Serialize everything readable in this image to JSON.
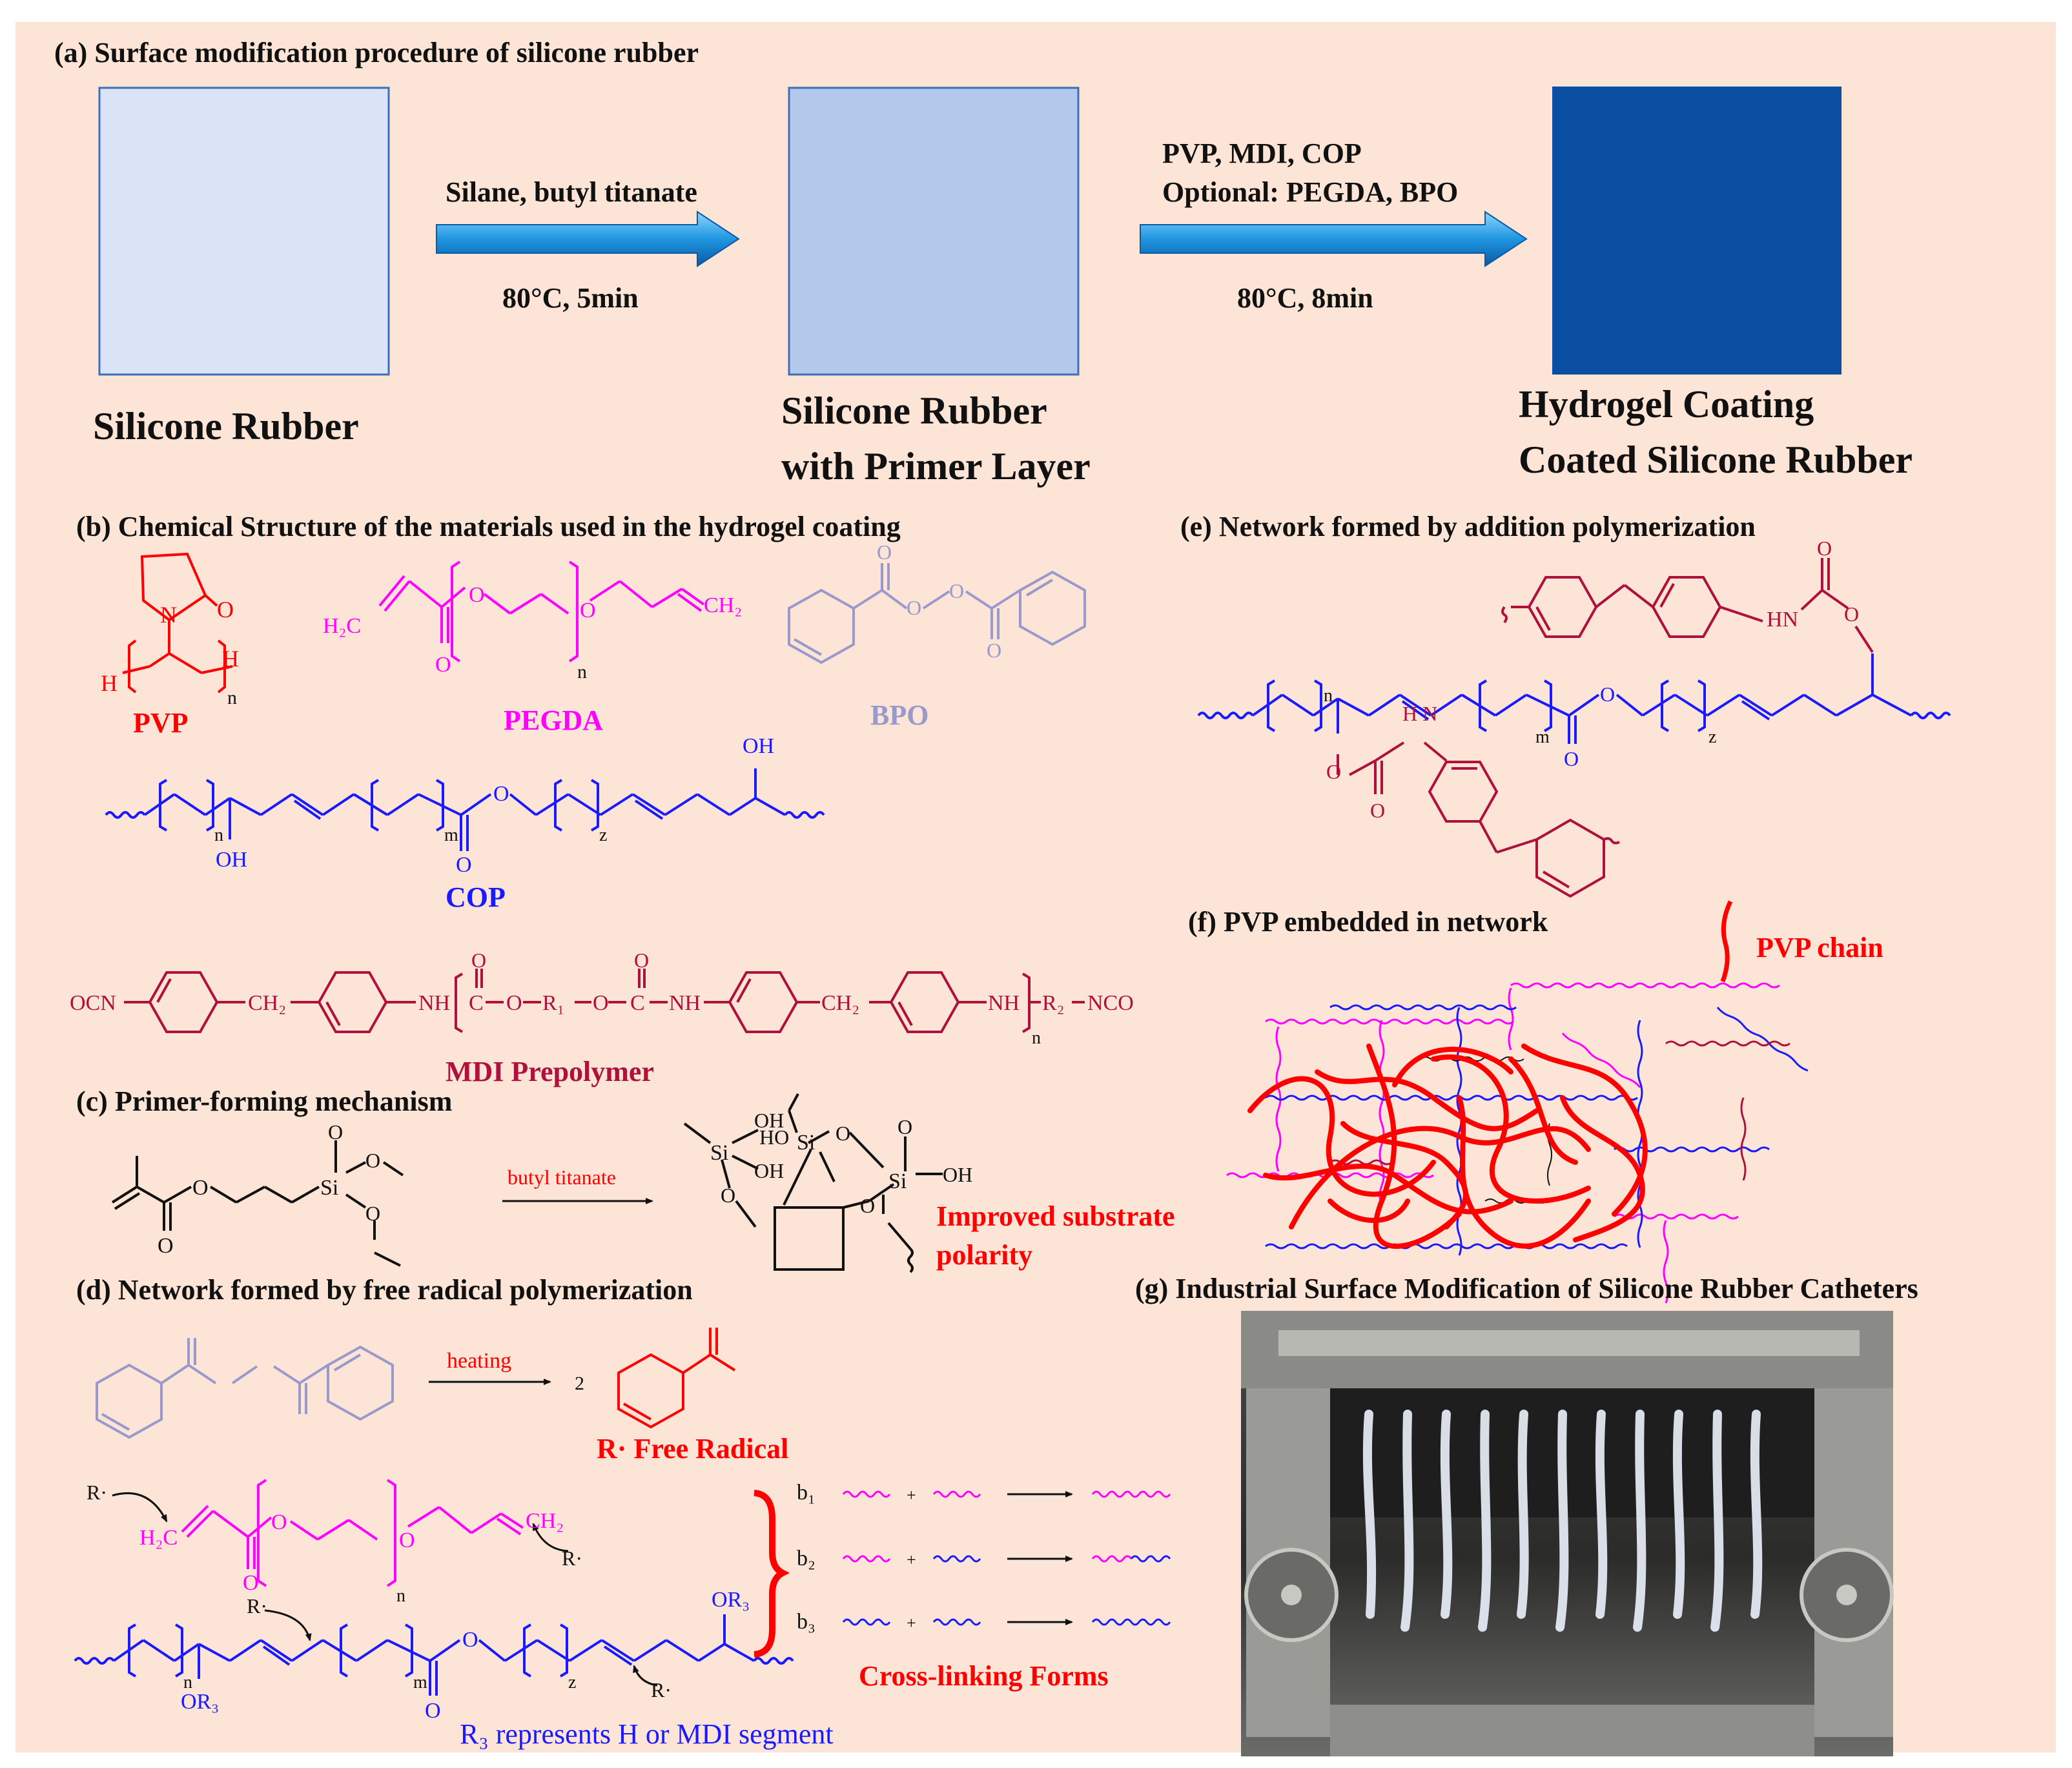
{
  "colors": {
    "background": "#fce4d6",
    "pvp": "#ff0000",
    "pegda": "#ff00ff",
    "bpo": "#9999cc",
    "cop": "#1a1aff",
    "mdi": "#b0103c",
    "black": "#111111",
    "rubber": "#dae4f6",
    "primer": "#b4c8ec",
    "coated": "#0a4ea2",
    "arrow": "#2aa0e6"
  },
  "panel_a": {
    "title": "(a) Surface modification procedure of silicone rubber",
    "step1_reagents": "Silane, butyl titanate",
    "step1_conditions": "80°C, 5min",
    "step2_reagents_line1": "PVP, MDI, COP",
    "step2_reagents_line2": "Optional: PEGDA, BPO",
    "step2_conditions": "80°C, 8min",
    "label_rubber": "Silicone Rubber",
    "label_primer_line1": "Silicone Rubber",
    "label_primer_line2": "with Primer Layer",
    "label_coated_line1": "Hydrogel Coating",
    "label_coated_line2": "Coated Silicone Rubber"
  },
  "panel_b": {
    "title": "(b) Chemical Structure of the materials used in the hydrogel coating",
    "pvp_name": "PVP",
    "pegda_name": "PEGDA",
    "bpo_name": "BPO",
    "cop_name": "COP",
    "mdi_name": "MDI Prepolymer",
    "atom_O": "O",
    "atom_N": "N",
    "atom_H": "H",
    "atom_OH": "OH",
    "sub_n": "n",
    "sub_m": "m",
    "sub_z": "z",
    "h2c": "H₂C",
    "ch2": "CH₂",
    "mdi_ocn": "OCN",
    "mdi_ch2": "CH₂",
    "mdi_nh": "NH",
    "mdi_o": "O",
    "mdi_c": "C",
    "mdi_r1": "R₁",
    "mdi_r2": "R₂",
    "mdi_nco": "NCO"
  },
  "panel_c": {
    "title": "(c) Primer-forming mechanism",
    "catalyst": "butyl titanate",
    "result_line1": "Improved substrate",
    "result_line2": "polarity",
    "si": "Si",
    "oh": "OH",
    "ho": "HO",
    "o": "O"
  },
  "panel_d": {
    "title": "(d) Network formed by free radical polymerization",
    "heating": "heating",
    "coef": "2",
    "radical": "R· Free Radical",
    "r_dot": "R·",
    "or3": "OR₃",
    "r3_note": "R₃ represents H or MDI segment",
    "crosslink": "Cross-linking Forms",
    "b1": "b₁",
    "b2": "b₂",
    "b3": "b₃",
    "plus": "+"
  },
  "panel_e": {
    "title": "(e) Network formed by addition polymerization",
    "hn": "HN",
    "nh": "H N",
    "o": "O"
  },
  "panel_f": {
    "title": "(f) PVP embedded in network",
    "pvp_chain": "PVP chain"
  },
  "panel_g": {
    "title": "(g) Industrial Surface Modification of Silicone Rubber Catheters"
  }
}
